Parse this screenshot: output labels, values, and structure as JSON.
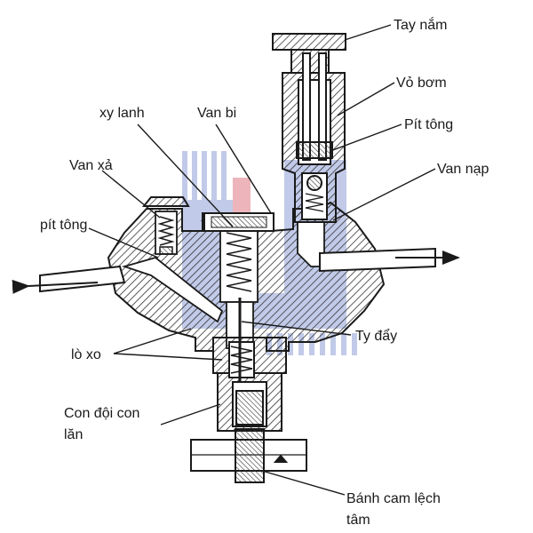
{
  "labels": {
    "tay_nam": "Tay nắm",
    "vo_bom": "Vỏ bơm",
    "pit_tong_top": "Pít tông",
    "van_nap": "Van nạp",
    "xy_lanh": "xy lanh",
    "van_bi": "Van bi",
    "van_xa": "Van xả",
    "pit_tong_left": "pít tông",
    "ty_day": "Ty đẩy",
    "lo_xo": "lò xo",
    "con_doi_line1": "Con đội con",
    "con_doi_line2": "lăn",
    "banh_cam_line1": "Bánh cam lệch",
    "banh_cam_line2": "tâm"
  },
  "colors": {
    "ink": "#1a1a1a",
    "hatch": "#333333",
    "watermark_blue": "#8f9fd6",
    "watermark_red": "#e07a85"
  }
}
